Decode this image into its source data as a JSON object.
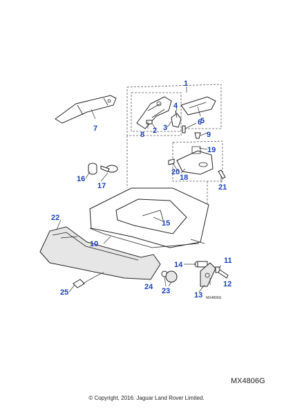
{
  "diagram": {
    "drawing_code_small": "MX4806G",
    "drawing_code": "MX4806G",
    "copyright": "© Copyright, 2016. Jaguar Land Rover Limited.",
    "callouts": [
      "1",
      "2",
      "3",
      "4",
      "5",
      "6",
      "7",
      "8",
      "9",
      "10",
      "11",
      "12",
      "13",
      "14",
      "15",
      "16",
      "17",
      "18",
      "19",
      "20",
      "21",
      "22",
      "23",
      "24",
      "25"
    ],
    "colors": {
      "callout": "#1a3fb8",
      "line": "#222222"
    }
  }
}
